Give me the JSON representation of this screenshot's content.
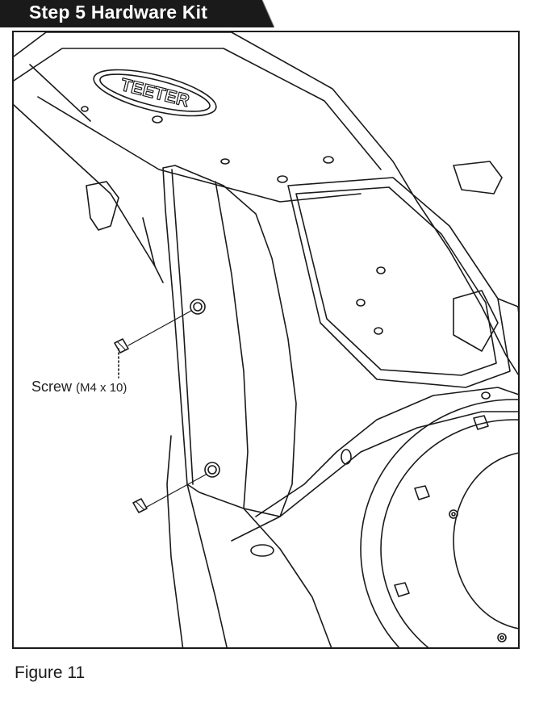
{
  "header": {
    "title": "Step 5 Hardware Kit"
  },
  "illustration": {
    "brand_logo_text": "TEETER",
    "callout": {
      "part": "Screw",
      "spec": "(M4 x 10)"
    }
  },
  "caption": "Figure 11",
  "colors": {
    "header_bg": "#1a1a1a",
    "line": "#1a1a1a",
    "background": "#ffffff"
  }
}
